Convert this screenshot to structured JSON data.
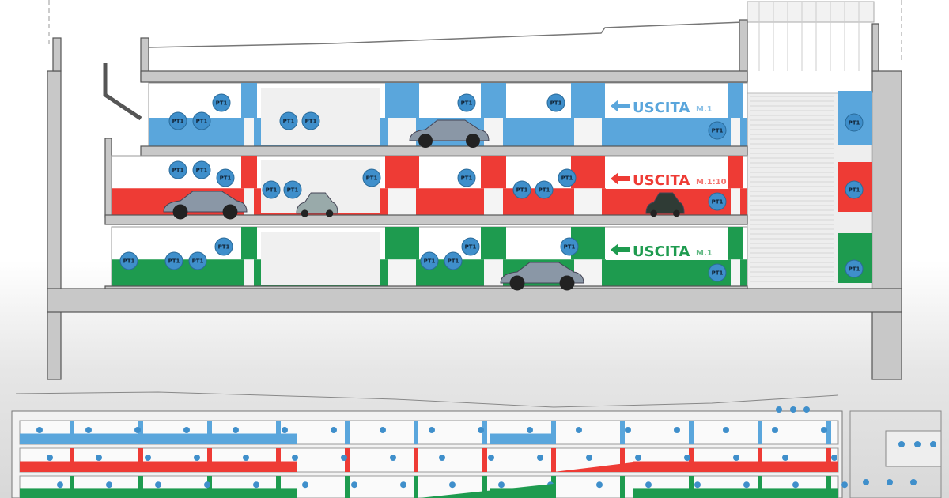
{
  "drawing": {
    "type": "architectural cross-section",
    "levels": [
      {
        "name": "level-1",
        "color": "#5aa6dc",
        "sign": "USCITA",
        "sign_suffix": "M.1"
      },
      {
        "name": "level-2",
        "color": "#ee3b35",
        "sign": "USCITA",
        "sign_suffix": "M.1:10"
      },
      {
        "name": "level-3",
        "color": "#1e9b4f",
        "sign": "USCITA",
        "sign_suffix": "M.1"
      }
    ],
    "marker_label": "PT1",
    "marker_color": "#3f8fcb",
    "structure_color": "#c8c8c8",
    "car_color": "#8a97a6"
  }
}
